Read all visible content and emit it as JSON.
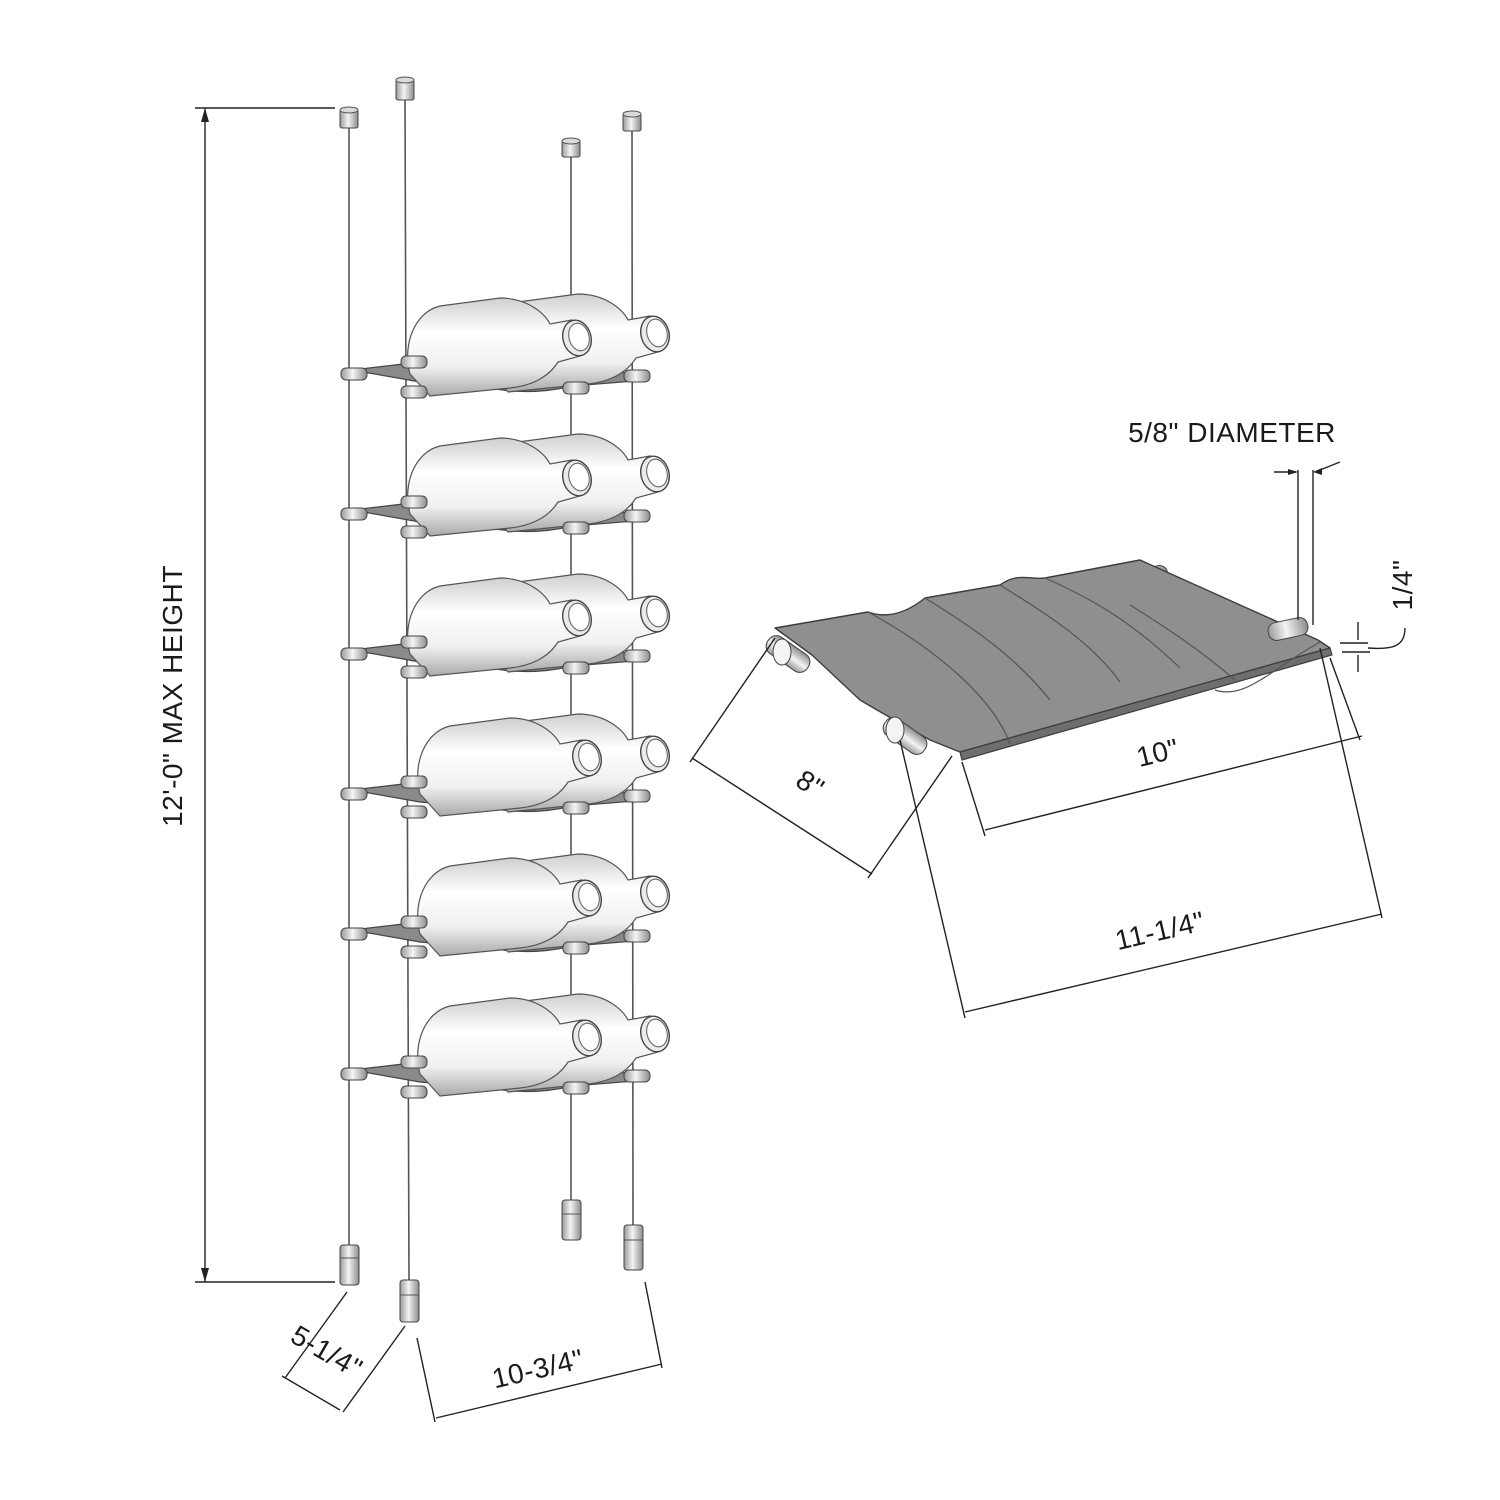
{
  "dimensions": {
    "max_height": "12'-0\" MAX HEIGHT",
    "depth_small": "5-1/4\"",
    "width_rack": "10-3/4\"",
    "diameter": "5/8\" DIAMETER",
    "thickness": "1/4\"",
    "shelf_depth": "8\"",
    "shelf_inner_width": "10\"",
    "shelf_total_width": "11-1/4\""
  },
  "rack": {
    "shelf_count": 6,
    "bottles_per_shelf": 2
  },
  "colors": {
    "shelf": "#8a8a8a",
    "line": "#222222",
    "bottle": "#f2f2f2"
  }
}
